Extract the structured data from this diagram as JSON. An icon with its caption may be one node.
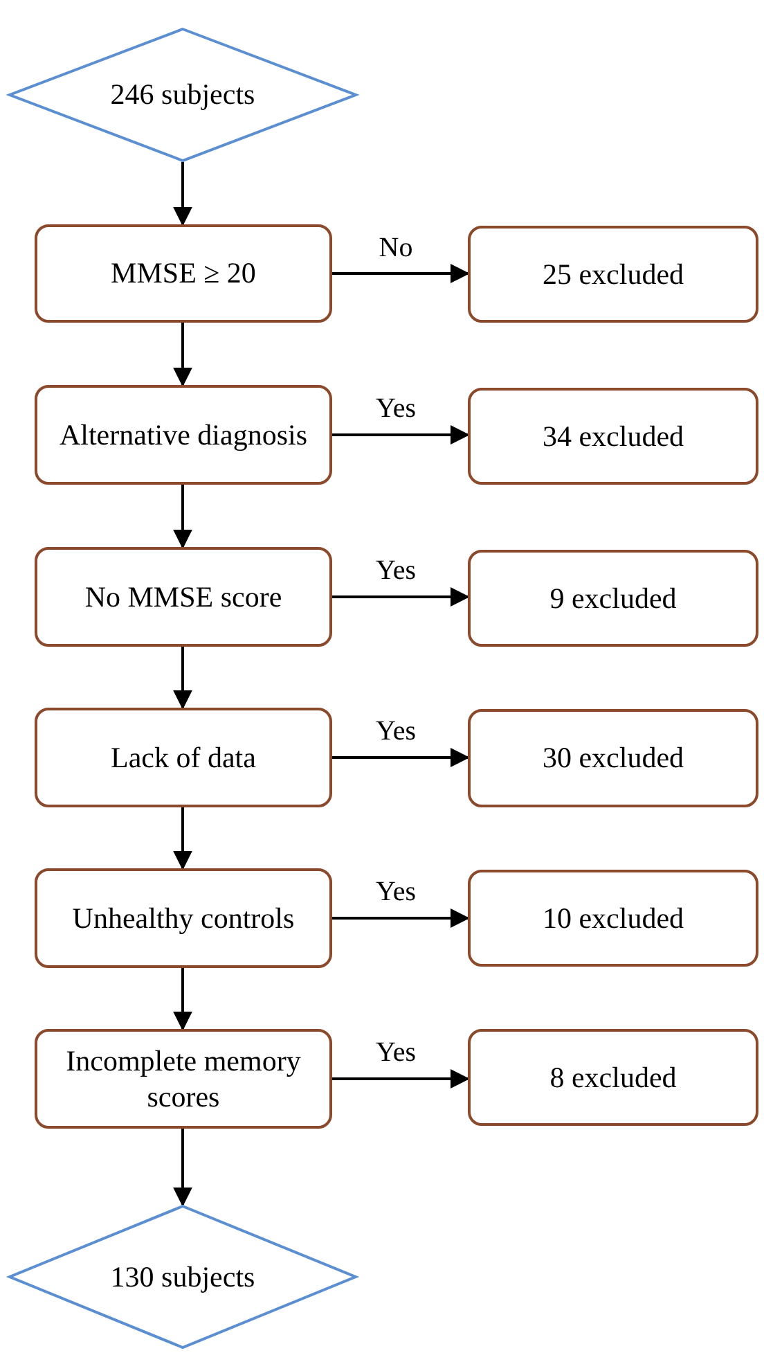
{
  "diagram": {
    "nodes": [
      {
        "text": [
          "246 subjects"
        ]
      },
      {
        "text": [
          "MMSE ≥ 20"
        ]
      },
      {
        "text": [
          "25 excluded"
        ]
      },
      {
        "text": [
          "Alternative diagnosis"
        ]
      },
      {
        "text": [
          "34 excluded"
        ]
      },
      {
        "text": [
          "No MMSE score"
        ]
      },
      {
        "text": [
          "9 excluded"
        ]
      },
      {
        "text": [
          "Lack of data"
        ]
      },
      {
        "text": [
          "30 excluded"
        ]
      },
      {
        "text": [
          "Unhealthy controls"
        ]
      },
      {
        "text": [
          "10 excluded"
        ]
      },
      {
        "text": [
          "Incomplete memory scores"
        ]
      },
      {
        "text": [
          "8 excluded"
        ]
      },
      {
        "text": [
          "130 subjects"
        ]
      }
    ],
    "edges": [
      {
        "from": 0,
        "to": 1,
        "arrow": "to"
      },
      {
        "from": 1,
        "to": 2,
        "arrow": "to",
        "label": "No"
      },
      {
        "from": 1,
        "to": 3,
        "arrow": "to"
      },
      {
        "from": 3,
        "to": 4,
        "arrow": "to",
        "label": "Yes"
      },
      {
        "from": 3,
        "to": 5,
        "arrow": "to"
      },
      {
        "from": 5,
        "to": 6,
        "arrow": "to",
        "label": "Yes"
      },
      {
        "from": 5,
        "to": 7,
        "arrow": "to"
      },
      {
        "from": 7,
        "to": 8,
        "arrow": "to",
        "label": "Yes"
      },
      {
        "from": 7,
        "to": 9,
        "arrow": "to"
      },
      {
        "from": 9,
        "to": 10,
        "arrow": "to",
        "label": "Yes"
      },
      {
        "from": 9,
        "to": 11,
        "arrow": "to"
      },
      {
        "from": 11,
        "to": 12,
        "arrow": "to",
        "label": "Yes"
      },
      {
        "from": 11,
        "to": 13,
        "arrow": "to"
      }
    ]
  }
}
